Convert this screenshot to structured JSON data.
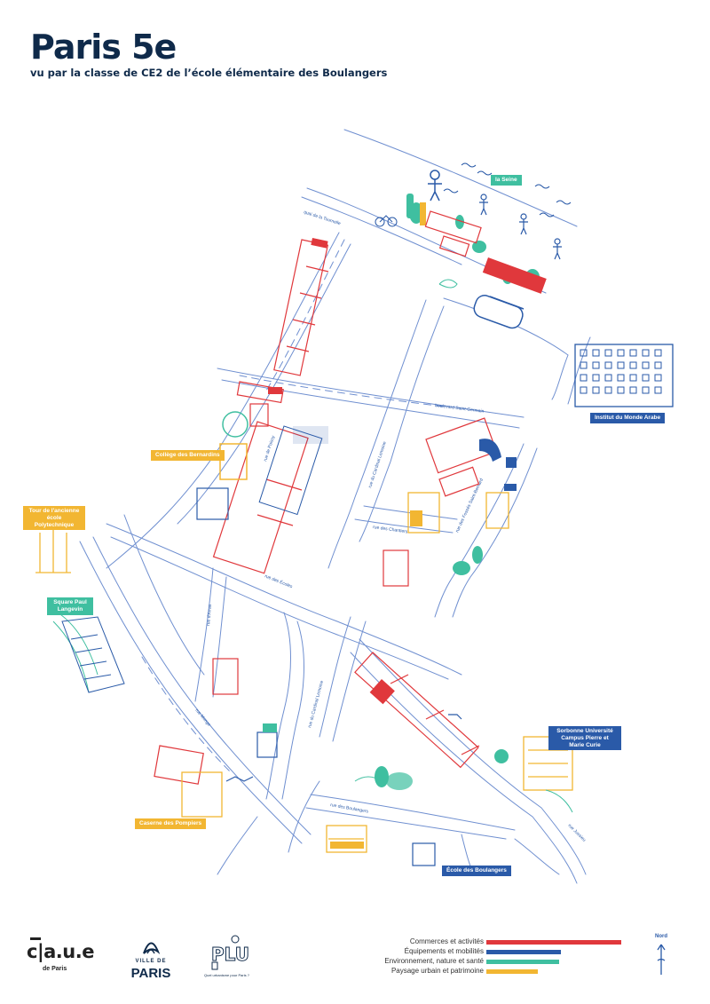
{
  "header": {
    "title": "Paris 5e",
    "subtitle": "vu par la classe de CE2 de l’école élémentaire des Boulangers"
  },
  "streets": {
    "quai": "quai de la Tournelle",
    "bd_st_germain": "boulevard Saint-Germain",
    "rue_poissy": "rue de Poissy",
    "rue_card_lemoine_top": "rue du Cardinal Lemoine",
    "rue_ecoles": "rue des Écoles",
    "rue_chantiers": "rue des Chantiers",
    "rue_fosses": "rue des Fossés Saint-Bernard",
    "rue_arras": "rue d'Arras",
    "rue_monge": "rue Monge",
    "rue_card_lemoine_bottom": "rue du Cardinal Lemoine",
    "rue_boulangers": "rue des Boulangers",
    "rue_jussieu": "rue Jussieu"
  },
  "places": {
    "seine": "la Seine",
    "ima": "Institut du Monde Arabe",
    "bernardins": "Collège des Bernardins",
    "polytechnique": "Tour de l'ancienne école Polytechnique",
    "square": "Square Paul Langevin",
    "sorbonne": "Sorbonne Université Campus Pierre et Marie Curie",
    "pompiers": "Caserne des Pompiers",
    "ecole": "École des Boulangers"
  },
  "colors": {
    "street": "#6f8fd0",
    "commerce": "#e0383c",
    "equipement": "#2a5aa8",
    "environnement": "#3fbfa0",
    "paysage": "#f2b632"
  },
  "logos": {
    "caue": "c|a.u.e",
    "caue_sub": "de Paris",
    "ville_top": "VILLE DE",
    "ville_main": "PARIS",
    "plu_sub": "Quel urbanisme pour Paris ?"
  },
  "legend": {
    "items": [
      {
        "label": "Commerces et activités",
        "color": "#e0383c",
        "value": 1.0
      },
      {
        "label": "Équipements et mobilités",
        "color": "#2a5aa8",
        "value": 0.55
      },
      {
        "label": "Environnement, nature et santé",
        "color": "#3fbfa0",
        "value": 0.54
      },
      {
        "label": "Paysage urbain et patrimoine",
        "color": "#f2b632",
        "value": 0.38
      }
    ]
  },
  "north": {
    "label": "Nord"
  }
}
